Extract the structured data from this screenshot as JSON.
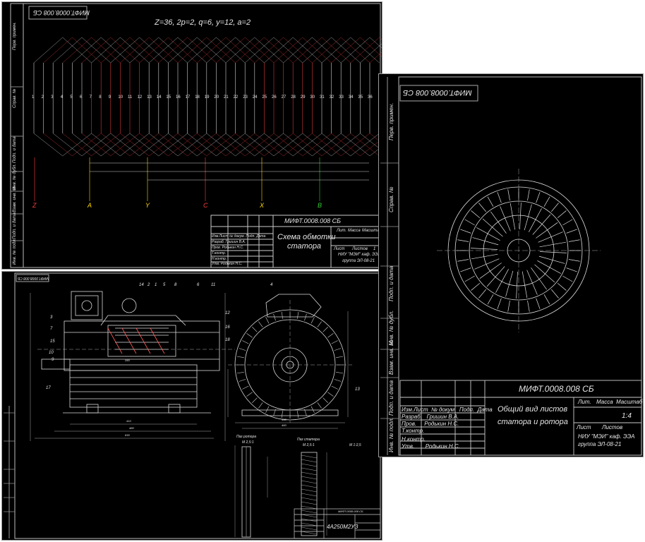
{
  "winding_sheet": {
    "stamp_code_rotated": "МИФТ.0008.008 СБ",
    "formula": "Z=36, 2p=2, q=6, y=12, a=2",
    "slot_numbers": [
      "1",
      "2",
      "3",
      "4",
      "5",
      "6",
      "7",
      "8",
      "9",
      "10",
      "11",
      "12",
      "13",
      "14",
      "15",
      "16",
      "17",
      "18",
      "19",
      "20",
      "21",
      "22",
      "23",
      "24",
      "25",
      "26",
      "27",
      "28",
      "29",
      "30",
      "31",
      "32",
      "33",
      "34",
      "35",
      "36"
    ],
    "terminals": [
      {
        "label": "Z",
        "color": "#ff3b3b"
      },
      {
        "label": "A",
        "color": "#ffd700"
      },
      {
        "label": "Y",
        "color": "#ffd700"
      },
      {
        "label": "C",
        "color": "#ff3b3b"
      },
      {
        "label": "X",
        "color": "#ffd700"
      },
      {
        "label": "B",
        "color": "#33cc33"
      }
    ],
    "side_labels": [
      "Перв. примен.",
      "Справ. №",
      "Подп. и дата",
      "Инв. № дубл.",
      "Взам. инв. №",
      "Подп. и дата",
      "Инв. № подл."
    ],
    "title_block": {
      "code": "МИФТ.0008.008 СБ",
      "title_line1": "Схема обмотки",
      "title_line2": "статора",
      "rows": [
        {
          "role": "Изм.",
          "col2": "Лист",
          "col3": "№ докум.",
          "col4": "Подп.",
          "col5": "Дата"
        },
        {
          "role": "Разраб.",
          "name": "Гришин В.А."
        },
        {
          "role": "Пров.",
          "name": "Родькин Н.С."
        },
        {
          "role": "Т.контр.",
          "name": ""
        },
        {
          "role": "Н.контр.",
          "name": ""
        },
        {
          "role": "Утв.",
          "name": "Родькин Н.С."
        }
      ],
      "lit": "Лит.",
      "mass": "Масса",
      "scale": "Масштаб",
      "sheet": "Лист",
      "sheets": "Листов",
      "sheets_value": "1",
      "org": "НИУ \"МЭИ\" каф. ЭЭА",
      "group": "группа ЭЛ-08-21"
    }
  },
  "general_sheet": {
    "stamp_code_rotated": "МИФТ.0008.008 СБ",
    "callouts": [
      "14",
      "2",
      "1",
      "5",
      "8",
      "6",
      "11",
      "4",
      "3",
      "7",
      "12",
      "16",
      "18",
      "15",
      "10",
      "9",
      "17",
      "13"
    ],
    "dims": [
      "260",
      "410",
      "480",
      "450",
      "460",
      "830"
    ],
    "rotor_slot_label": "Паз ротора",
    "rotor_slot_scale": "М 2,5:1",
    "stator_slot_label": "Паз статора",
    "stator_slot_scale": "М 2,5:1",
    "scale_note": "М 1:2,5",
    "title_block": {
      "code": "МИФТ.0008.008 СБ",
      "title": "4А250М2УЗ"
    }
  },
  "lamination_sheet": {
    "stamp_code_rotated": "МИФТ.0008.008 СБ",
    "side_labels": [
      "Перв. примен.",
      "Справ. №",
      "Подп. и дата",
      "Инв. № дубл.",
      "Взам. инв. №",
      "Подп. и дата",
      "Инв. № подл."
    ],
    "stator_slots": 36,
    "rotor_slots": 28,
    "title_block": {
      "code": "МИФТ.0008.008 СБ",
      "title_line1": "Общий вид листов",
      "title_line2": "статора и ротора",
      "rows": [
        {
          "role": "Изм.",
          "col2": "Лист",
          "col3": "№ докум.",
          "col4": "Подп.",
          "col5": "Дата"
        },
        {
          "role": "Разраб.",
          "name": "Гришин В.А."
        },
        {
          "role": "Пров.",
          "name": "Родькин Н.С."
        },
        {
          "role": "Т.контр.",
          "name": ""
        },
        {
          "role": "Н.контр.",
          "name": ""
        },
        {
          "role": "Утв.",
          "name": "Родькин Н.С."
        }
      ],
      "lit": "Лит.",
      "mass": "Масса",
      "scale": "Масштаб",
      "scale_value": "1:4",
      "sheet": "Лист",
      "sheets": "Листов",
      "org": "НИУ \"МЭИ\" каф. ЭЭА",
      "group": "группа ЭЛ-08-21"
    }
  }
}
